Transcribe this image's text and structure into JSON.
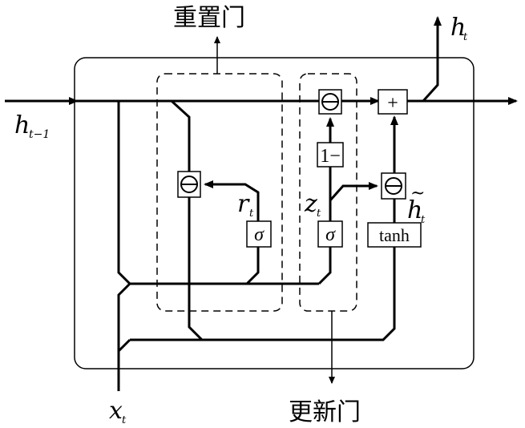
{
  "labels": {
    "reset_gate": "重置门",
    "update_gate": "更新门",
    "h_t": "h",
    "h_t_sub": "t",
    "h_prev": "h",
    "h_prev_sub": "t−1",
    "x_t": "x",
    "x_t_sub": "t",
    "r_t": "r",
    "r_t_sub": "t",
    "z_t": "z",
    "z_t_sub": "t",
    "h_tilde": "h",
    "h_tilde_mark": "~",
    "h_tilde_sub": "t"
  },
  "operators": {
    "sigma_reset": "σ",
    "sigma_update": "σ",
    "tanh": "tanh",
    "one_minus": "1−",
    "plus": "+",
    "mult_reset": "⊖",
    "mult_top": "⊖",
    "mult_candidate": "⊖"
  }
}
